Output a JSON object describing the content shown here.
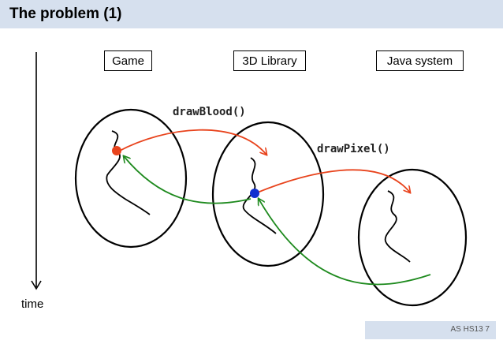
{
  "slide": {
    "title": "The problem (1)",
    "footer": "AS HS13 7"
  },
  "columns": [
    {
      "label": "Game"
    },
    {
      "label": "3D Library"
    },
    {
      "label": "Java system"
    }
  ],
  "calls": [
    {
      "label": "drawBlood()"
    },
    {
      "label": "drawPixel()"
    }
  ],
  "time_axis": {
    "label": "time"
  },
  "colors": {
    "call_arrow": "#e8431c",
    "return_arrow": "#1e8a1e",
    "game_point": "#e8431c",
    "library_point": "#1030d0",
    "header_background": "#d6e0ee"
  }
}
